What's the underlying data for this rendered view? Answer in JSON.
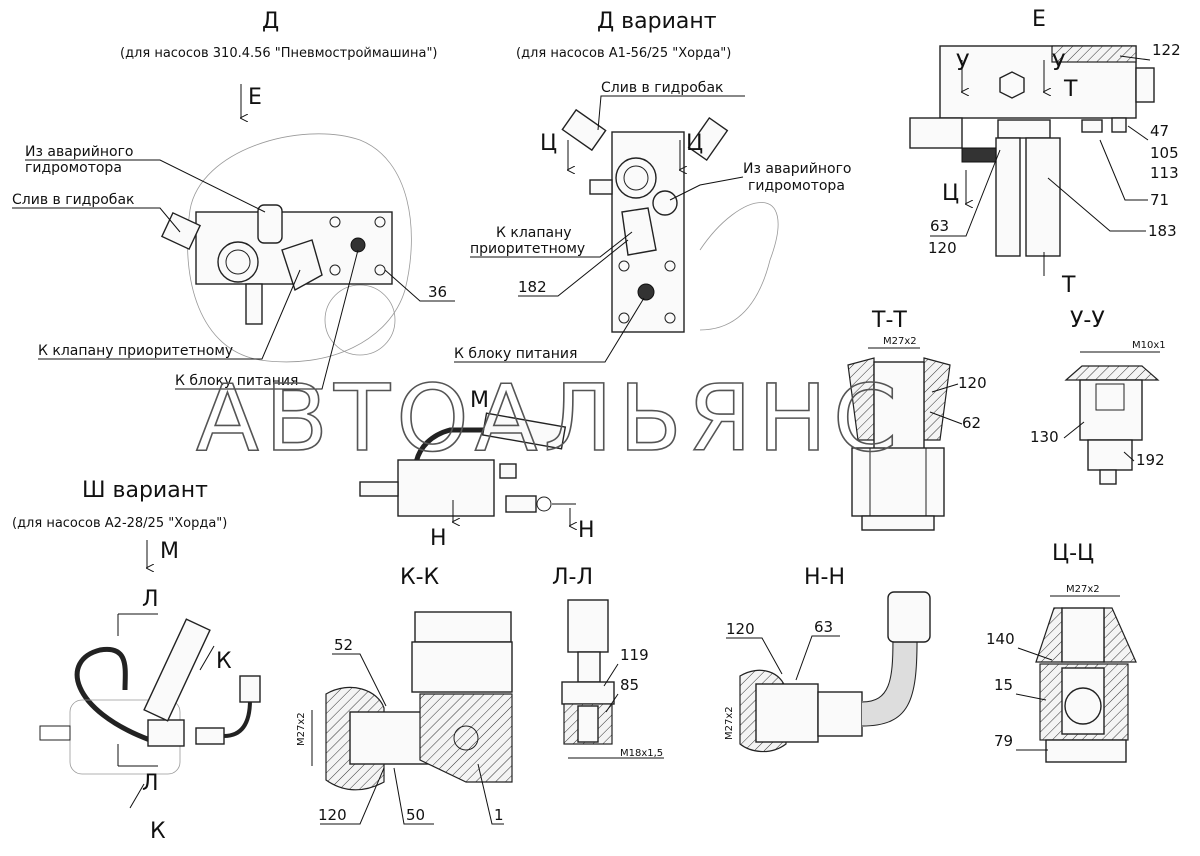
{
  "views": {
    "d": {
      "title": "Д",
      "subtitle": "(для насосов 310.4.56 \"Пневмостроймашина\")",
      "arrow_label": "Е",
      "labels": {
        "from_emergency": "Из аварийного",
        "from_emergency_2": "гидромотора",
        "drain": "Слив в гидробак",
        "to_priority_valve": "К клапану приоритетному",
        "to_power_block": "К блоку питания",
        "part_36": "36"
      }
    },
    "d_variant": {
      "title": "Д вариант",
      "subtitle": "(для насосов А1-56/25 \"Хорда\")",
      "section_mark": "Ц",
      "labels": {
        "drain": "Слив в гидробак",
        "from_emergency": "Из аварийного",
        "from_emergency_2": "гидромотора",
        "to_valve": "К клапану",
        "to_valve_2": "приоритетному",
        "part_182": "182",
        "to_power_block": "К блоку питания"
      }
    },
    "e": {
      "title": "Е",
      "marks": {
        "u": "У",
        "t": "Т",
        "ts": "Ц"
      },
      "parts": [
        "122",
        "47",
        "105",
        "113",
        "71",
        "183",
        "63",
        "120"
      ]
    },
    "tt": {
      "title": "Т-Т",
      "dim": "М27х2",
      "parts": [
        "120",
        "62"
      ]
    },
    "uu": {
      "title": "У-У",
      "dim": "М10х1",
      "parts": [
        "130",
        "192"
      ]
    },
    "m_view": {
      "title": "М",
      "mark": "Н"
    },
    "sh_variant": {
      "title": "Ш вариант",
      "subtitle": "(для насосов А2-28/25 \"Хорда\")",
      "arrow_label": "М",
      "marks": {
        "l": "Л",
        "k": "К"
      }
    },
    "kk": {
      "title": "К-К",
      "dim": "М27х2",
      "parts": [
        "52",
        "120",
        "50",
        "1"
      ]
    },
    "ll": {
      "title": "Л-Л",
      "dim": "М18х1,5",
      "parts": [
        "119",
        "85"
      ]
    },
    "nn": {
      "title": "Н-Н",
      "dim": "М27х2",
      "parts": [
        "120",
        "63"
      ]
    },
    "tsts": {
      "title": "Ц-Ц",
      "dim": "М27х2",
      "parts": [
        "140",
        "15",
        "79"
      ]
    }
  },
  "watermark": "АВТОАЛЬЯНС"
}
